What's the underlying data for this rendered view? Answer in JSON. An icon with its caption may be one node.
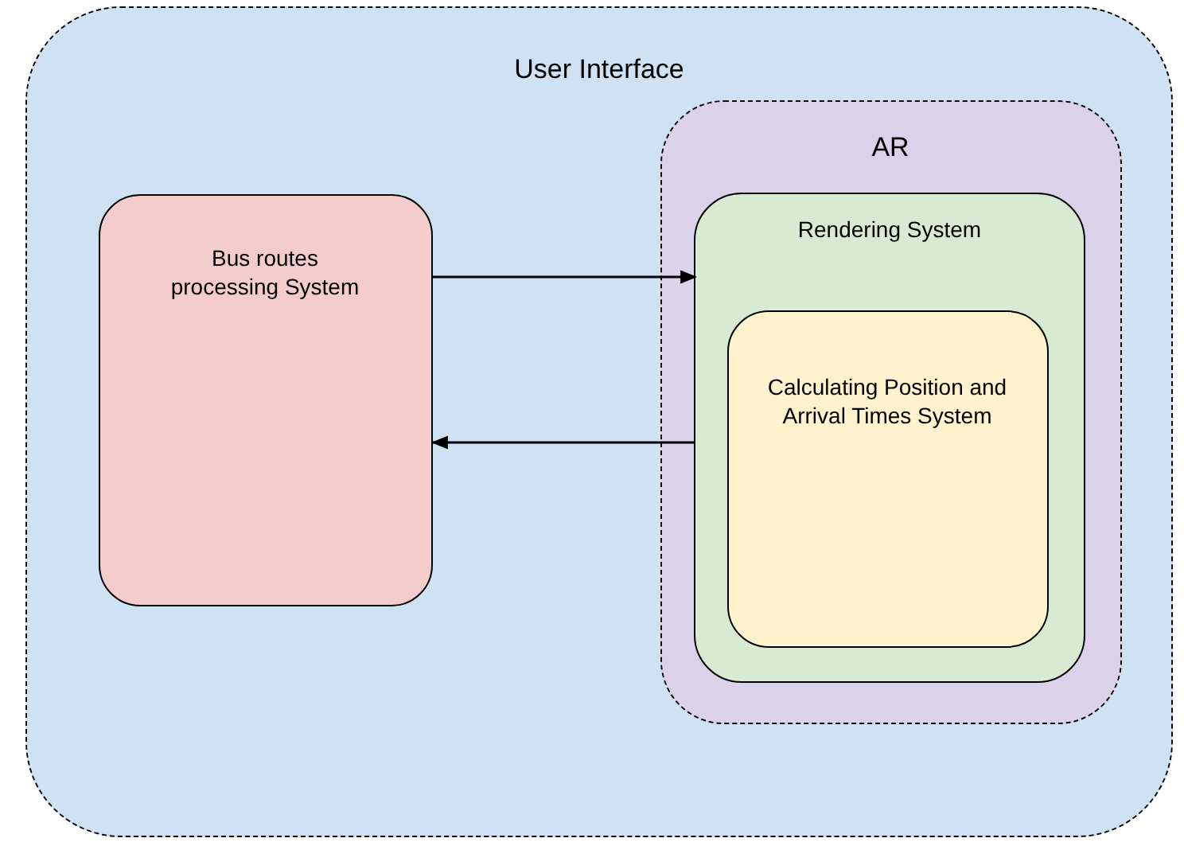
{
  "diagram": {
    "nodes": [
      {
        "text": [
          "User Interface"
        ]
      },
      {
        "text": [
          "Bus routes processing System"
        ],
        "in": 0
      },
      {
        "text": [
          "AR"
        ],
        "in": 0
      },
      {
        "text": [
          "Rendering System"
        ],
        "in": 2
      },
      {
        "text": [
          "Calculating Position and Arrival Times System"
        ],
        "in": 3
      }
    ],
    "edges": [
      {
        "from": 1,
        "to": 3,
        "arrow": "to"
      },
      {
        "from": 3,
        "to": 1,
        "arrow": "to"
      }
    ]
  }
}
